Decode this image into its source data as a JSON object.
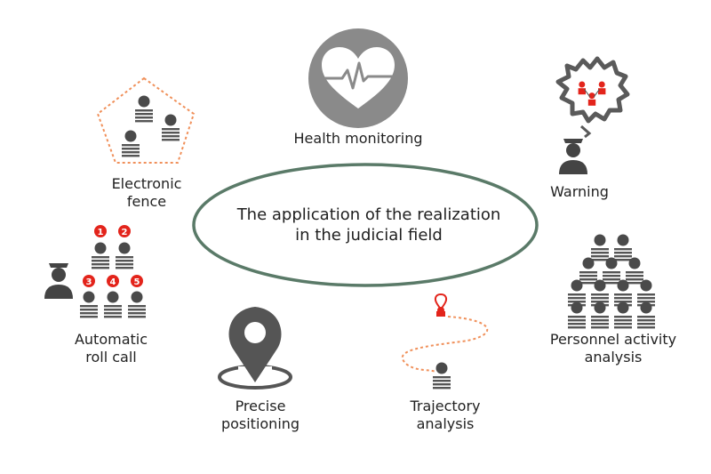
{
  "center": {
    "line1": "The application of the realization",
    "line2": "in the judicial field"
  },
  "nodes": {
    "health": {
      "label": "Health monitoring"
    },
    "warning": {
      "label": "Warning"
    },
    "fence": {
      "line1": "Electronic",
      "line2": "fence"
    },
    "rollcall": {
      "line1": "Automatic",
      "line2": "roll call",
      "badges": [
        "1",
        "2",
        "3",
        "4",
        "5"
      ]
    },
    "positioning": {
      "line1": "Precise",
      "line2": "positioning"
    },
    "trajectory": {
      "line1": "Trajectory",
      "line2": "analysis"
    },
    "personnel": {
      "line1": "Personnel activity",
      "line2": "analysis"
    }
  },
  "colors": {
    "ellipse": "#5a7a68",
    "icon_gray": "#555555",
    "light_gray": "#8a8a8a",
    "accent_red": "#e3241b",
    "dotted_orange": "#f0905a"
  }
}
